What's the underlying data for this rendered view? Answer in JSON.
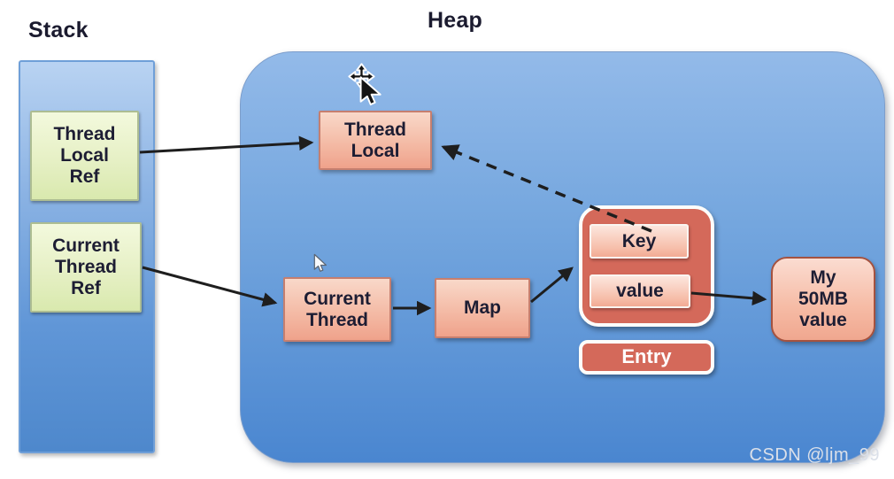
{
  "titles": {
    "stack": "Stack",
    "heap": "Heap"
  },
  "stack": {
    "thread_local_ref": "Thread\nLocal\nRef",
    "current_thread_ref": "Current\nThread\nRef"
  },
  "heap": {
    "thread_local": "Thread\nLocal",
    "current_thread": "Current\nThread",
    "map": "Map",
    "key": "Key",
    "value": "value",
    "entry_label": "Entry",
    "my_value": "My\n50MB\nvalue"
  },
  "edges": [
    {
      "from": "thread-local-ref",
      "to": "thread-local",
      "style": "solid"
    },
    {
      "from": "current-thread-ref",
      "to": "current-thread",
      "style": "solid"
    },
    {
      "from": "current-thread",
      "to": "map",
      "style": "solid"
    },
    {
      "from": "map",
      "to": "entry-group",
      "style": "solid"
    },
    {
      "from": "value",
      "to": "my-50mb-value",
      "style": "solid"
    },
    {
      "from": "key",
      "to": "thread-local",
      "style": "dashed"
    }
  ],
  "icons": {
    "move_cursor": "move-cursor",
    "pointer_cursor": "pointer-cursor"
  },
  "colors": {
    "heap_top": "#93bae9",
    "heap_bottom": "#4a86d0",
    "stack_top": "#b9d3f2",
    "stack_bottom": "#4e88cc",
    "green_box_top": "#f3f9dd",
    "green_box_bottom": "#d9e9ae",
    "pink_box_top": "#f9d8c9",
    "pink_box_bottom": "#efa28b",
    "entry_fill": "#d4695a",
    "arrow": "#1e1e1e",
    "text_dark": "#1d1d33",
    "title_text": "#1b1b2f"
  },
  "watermark": "CSDN @ljm_99"
}
